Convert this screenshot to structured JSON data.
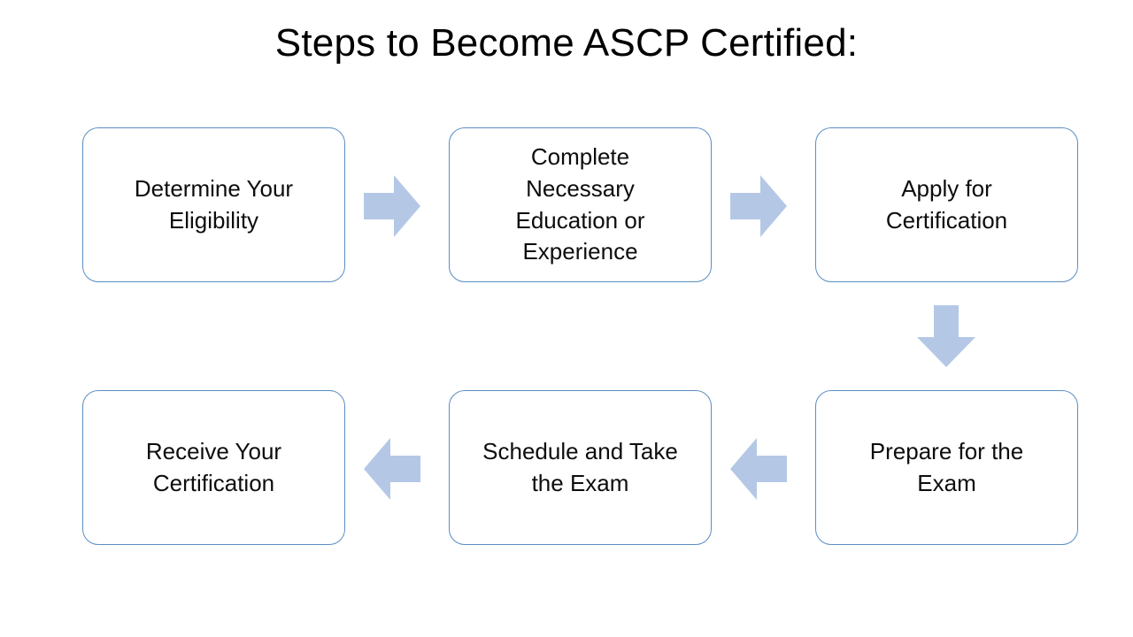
{
  "slide": {
    "title": "Steps to Become ASCP Certified:",
    "background_color": "#ffffff"
  },
  "theme": {
    "box_border_color": "#5b8ec4",
    "box_fill_color": "#ffffff",
    "arrow_fill_color": "#b4c8e6",
    "text_color": "#0d0d0d"
  },
  "flowchart": {
    "type": "process-flow",
    "direction": "serpentine-left-to-right-then-right-to-left",
    "steps": [
      {
        "number": 1,
        "label": "Determine Your\nEligibility"
      },
      {
        "number": 2,
        "label": "Complete\nNecessary\nEducation or\nExperience"
      },
      {
        "number": 3,
        "label": "Apply for\nCertification"
      },
      {
        "number": 4,
        "label": "Prepare for the\nExam"
      },
      {
        "number": 5,
        "label": "Schedule and Take\nthe Exam"
      },
      {
        "number": 6,
        "label": "Receive Your\nCertification"
      }
    ],
    "connectors": [
      {
        "id": 1,
        "from": 1,
        "to": 2,
        "direction": "right",
        "icon": "arrow-right-icon"
      },
      {
        "id": 2,
        "from": 2,
        "to": 3,
        "direction": "right",
        "icon": "arrow-right-icon"
      },
      {
        "id": 3,
        "from": 3,
        "to": 4,
        "direction": "down",
        "icon": "arrow-down-icon"
      },
      {
        "id": 4,
        "from": 4,
        "to": 5,
        "direction": "left",
        "icon": "arrow-left-icon"
      },
      {
        "id": 5,
        "from": 5,
        "to": 6,
        "direction": "left",
        "icon": "arrow-left-icon"
      }
    ]
  }
}
